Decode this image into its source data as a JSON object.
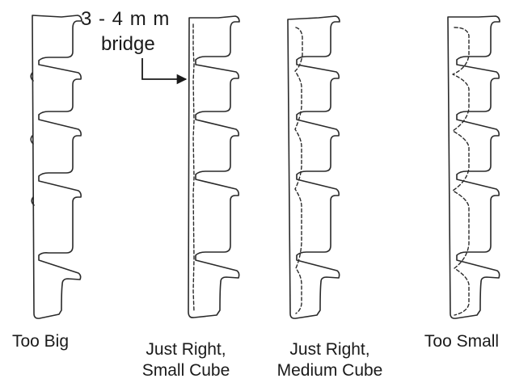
{
  "annotation": {
    "line1": "3 - 4 m m",
    "line2": "bridge"
  },
  "captions": {
    "too_big": {
      "line1": "Too Big"
    },
    "small_cube": {
      "line1": "Just Right,",
      "line2": "Small Cube"
    },
    "medium_cube": {
      "line1": "Just Right,",
      "line2": "Medium Cube"
    },
    "too_small": {
      "line1": "Too Small"
    }
  },
  "colors": {
    "stroke": "#2a2a2a",
    "background": "#ffffff"
  }
}
